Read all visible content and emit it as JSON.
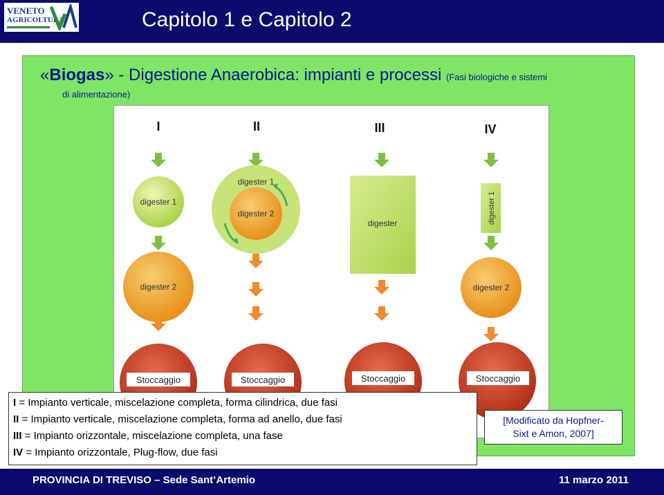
{
  "header": {
    "logo_line1": "VENETO",
    "logo_line2": "AGRICOLTURA",
    "title": "Capitolo 1 e Capitolo 2"
  },
  "heading": {
    "prefix": "«",
    "bold": "Biogas",
    "main": "» - Digestione Anaerobica: impianti e processi",
    "small_a": "(Fasi biologiche e sistemi",
    "small_b": "di alimentazione)"
  },
  "diagram": {
    "columns": [
      "I",
      "II",
      "III",
      "IV"
    ],
    "labels": {
      "digester1": "digester 1",
      "digester2": "digester 2",
      "digester": "digester",
      "storage": "Stoccaggio"
    },
    "colors": {
      "light_green": "#c8e27a",
      "orange": "#f0a020",
      "red": "#c63a20",
      "arrow_green": "#7cc142",
      "arrow_orange": "#f08a2a"
    }
  },
  "legend": {
    "lines": [
      {
        "code": "I",
        "text": " = Impianto verticale, miscelazione completa, forma cilindrica, due fasi"
      },
      {
        "code": "II",
        "text": " = Impianto verticale, miscelazione completa, forma ad anello, due fasi"
      },
      {
        "code": "III",
        "text": " = Impianto orizzontale, miscelazione completa, una fase"
      },
      {
        "code": "IV",
        "text": " = Impianto orizzontale, Plug-flow, due fasi"
      }
    ]
  },
  "citation": {
    "line1": "[Modificato da Hopfner-",
    "line2": "Sixt e Amon, 2007]"
  },
  "footer": {
    "left": "PROVINCIA DI TREVISO – Sede Sant’Artemio",
    "right": "11 marzo 2011"
  }
}
